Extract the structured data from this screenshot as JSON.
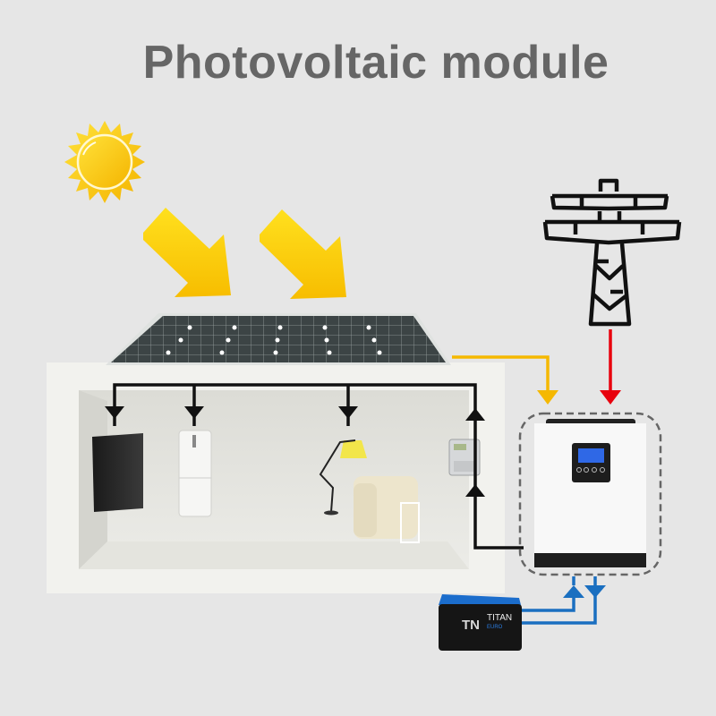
{
  "title": "Photovoltaic module",
  "colors": {
    "background": "#e6e6e6",
    "title": "#666666",
    "sun": "#f7c600",
    "pv_line": "#f5b800",
    "grid_line": "#e8000d",
    "load_line": "#111111",
    "battery_line": "#1a6fc0"
  },
  "components": {
    "sun": {
      "label": "sun-icon"
    },
    "sun_rays": {
      "count": 2
    },
    "solar_panel": {
      "label": "solar-panel"
    },
    "house": {
      "label": "house-cutaway"
    },
    "loads": [
      "tv",
      "refrigerator",
      "floor-lamp",
      "sofa"
    ],
    "meter": {
      "label": "energy-meter"
    },
    "grid_tower": {
      "label": "power-transmission-tower"
    },
    "inverter": {
      "label": "hybrid-inverter"
    },
    "battery": {
      "brand_mark": "TN",
      "brand": "TITAN",
      "series": "EURO"
    }
  }
}
